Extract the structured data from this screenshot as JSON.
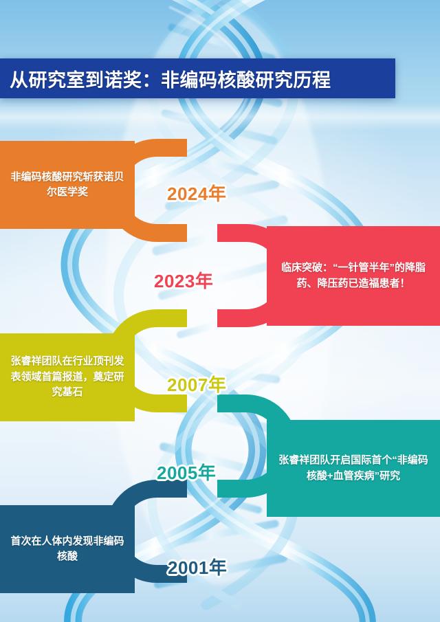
{
  "header": {
    "title": "从研究室到诺奖：非编码核酸研究历程",
    "bar_color": "#1b3f9c"
  },
  "background": {
    "motif": "dna-double-helix",
    "top_color": "#7fc0e8",
    "mid_color": "#f2f8fc",
    "bottom_color": "#b6d9f0"
  },
  "timeline": {
    "items": [
      {
        "year": "2024年",
        "text": "非编码核酸研究斩获诺贝尔医学奖",
        "color": "#e87e2c",
        "side": "left"
      },
      {
        "year": "2023年",
        "text": "临床突破：“一针管半年”的降脂药、降压药已造福患者！",
        "color": "#f04252",
        "side": "right"
      },
      {
        "year": "2007年",
        "text": "张睿祥团队在行业顶刊发表领域首篇报道，奠定研究基石",
        "color": "#ccc812",
        "side": "left"
      },
      {
        "year": "2005年",
        "text": "张睿祥团队开启国际首个“非编码核酸+血管疾病”研究",
        "color": "#14a8a0",
        "side": "right"
      },
      {
        "year": "2001年",
        "text": "首次在人体内发现非编码核酸",
        "color": "#1d5b80",
        "side": "left"
      }
    ]
  }
}
